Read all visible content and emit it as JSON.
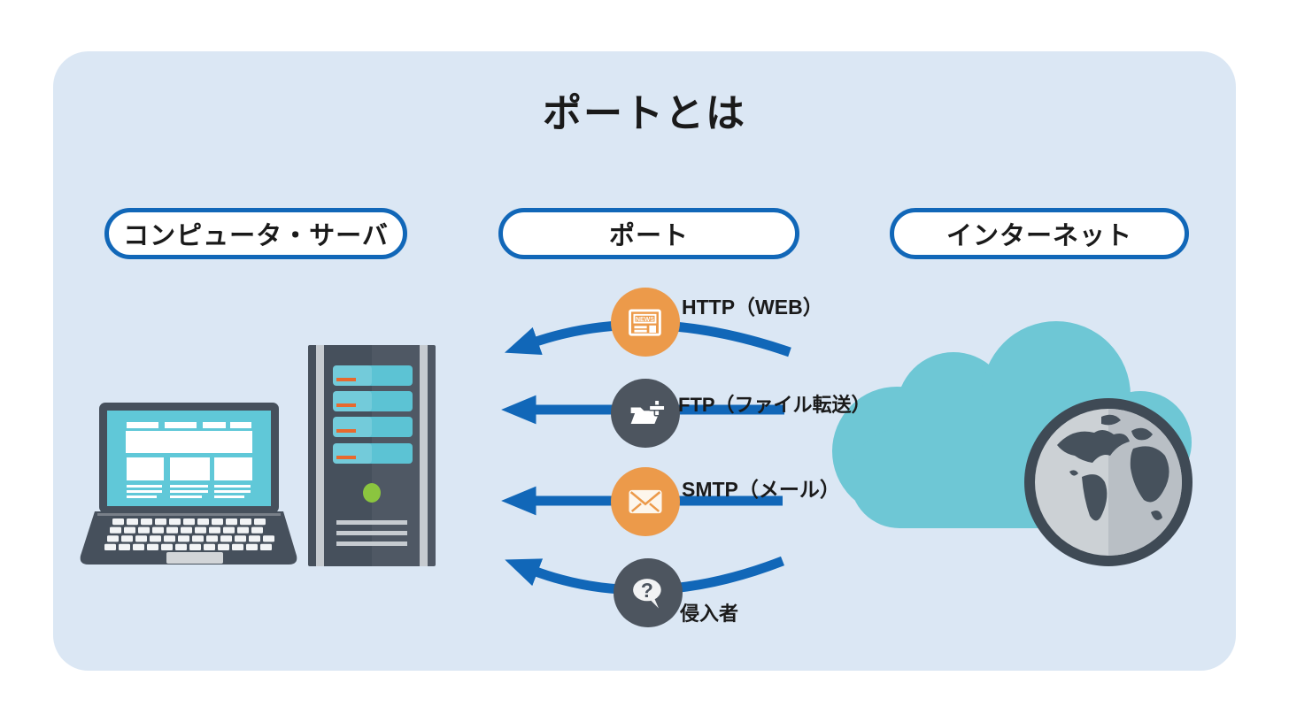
{
  "title": "ポートとは",
  "columns": {
    "computer_server": "コンピュータ・サーバ",
    "port": "ポート",
    "internet": "インターネット"
  },
  "rows": [
    {
      "label": "HTTP（WEB）",
      "icon": "newspaper-icon",
      "icon_text": "NEWS",
      "circle": "orange",
      "arrow": "arc-up"
    },
    {
      "label": "FTP（ファイル転送）",
      "icon": "folder-plus-icon",
      "icon_text": "",
      "circle": "dark",
      "arrow": "straight"
    },
    {
      "label": "SMTP（メール）",
      "icon": "envelope-icon",
      "icon_text": "",
      "circle": "orange",
      "arrow": "straight"
    },
    {
      "label": "侵入者",
      "icon": "question-bubble-icon",
      "icon_text": "?",
      "circle": "dark",
      "arrow": "arc-down"
    }
  ],
  "colors": {
    "card-bg": "#dbe7f4",
    "blue": "#1167b8",
    "orange": "#ec9a4a",
    "dark-circle": "#4d555f",
    "slate": "#46505c",
    "teal": "#6ec7d5",
    "screen-teal": "#60c8d8",
    "bay-teal": "#5cc3d4",
    "bay-dash": "#e8692d",
    "green-led": "#8bc53f",
    "light-gray": "#c6cbd0",
    "globe-ocean": "#ccd1d5",
    "globe-ocean-dark": "#b9bfc5",
    "globe-land": "#46515c",
    "text": "#1a1a1a"
  }
}
